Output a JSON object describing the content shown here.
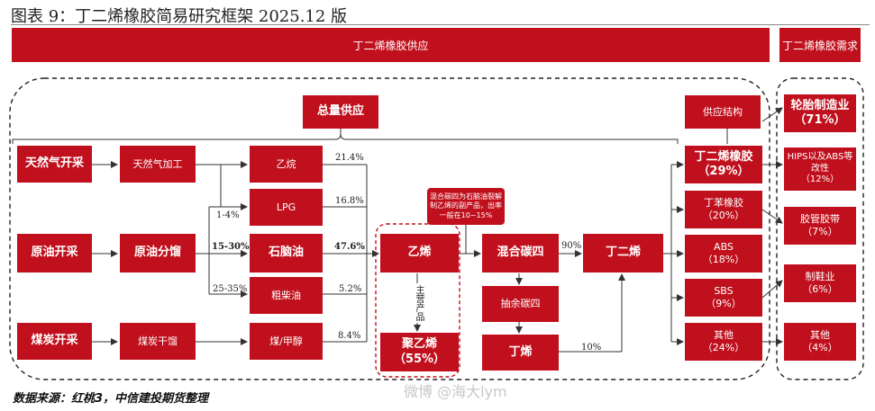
{
  "title": "图表 9：丁二烯橡胶简易研究框架 2025.12 版",
  "banners": {
    "supply": "丁二烯橡胶供应",
    "demand": "丁二烯橡胶需求"
  },
  "labels": {
    "total_supply": "总量供应",
    "supply_structure": "供应结构"
  },
  "sources": {
    "natural_gas": "天然气开采",
    "crude_oil": "原油开采",
    "coal": "煤炭开采"
  },
  "processing": {
    "gas_processing": "天然气加工",
    "crude_distill": "原油分馏",
    "coal_distill": "煤炭干馏"
  },
  "intermediates": {
    "ethane": "乙烷",
    "lpg": "LPG",
    "naphtha": "石脑油",
    "diesel": "粗柴油",
    "coal_methanol": "煤/甲醇"
  },
  "chain": {
    "ethylene": "乙烯",
    "polyethylene": "聚乙烯\n（55%）",
    "mixed_c4": "混合碳四",
    "raffinate_c4": "抽余碳四",
    "butene": "丁烯",
    "butadiene": "丁二烯"
  },
  "note": "混合碳四为石脑油裂解制乙烯的副产品，出率一般在10~15%",
  "main_product": "主营产品",
  "percents": {
    "ethane": "21.4%",
    "lpg": "16.8%",
    "naphtha": "47.6%",
    "diesel": "5.2%",
    "coal": "8.4%",
    "lpg_in": "1-4%",
    "naphtha_in": "15-30%",
    "diesel_in": "25-35%",
    "mixed_c4_out": "90%",
    "butene_out": "10%"
  },
  "structure": [
    {
      "label": "丁二烯橡胶\n（29%）"
    },
    {
      "label": "丁苯橡胶\n（20%）"
    },
    {
      "label": "ABS\n（18%）"
    },
    {
      "label": "SBS\n（9%）"
    },
    {
      "label": "其他\n（24%）"
    }
  ],
  "demand": [
    {
      "label": "轮胎制造业\n（71%）"
    },
    {
      "label": "HIPS以及ABS等改性\n（12%）"
    },
    {
      "label": "胶管胶带\n（7%）"
    },
    {
      "label": "制鞋业\n（6%）"
    },
    {
      "label": "其他\n（4%）"
    }
  ],
  "source": "数据来源：红桃3，中信建投期货整理",
  "watermark": "微博 @海大lym"
}
